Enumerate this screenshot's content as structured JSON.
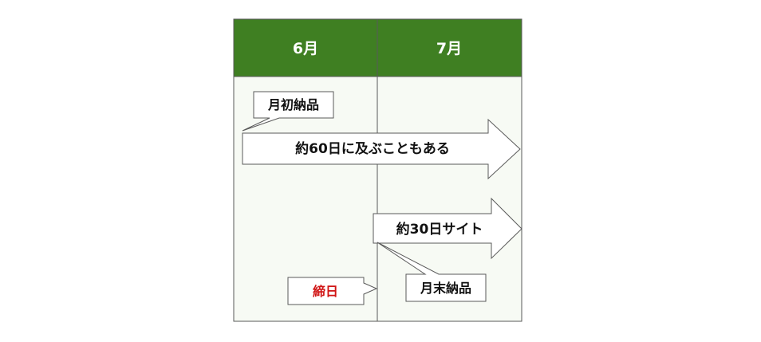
{
  "header": {
    "june_label": "6月",
    "july_label": "7月"
  },
  "callouts": {
    "start_delivery": "月初納品",
    "end_delivery": "月末納品",
    "closing_day": "締日"
  },
  "arrows": {
    "long_term": "約60日に及ぶこともある",
    "short_term": "約30日サイト"
  },
  "colors": {
    "header_green": "#3f7f22",
    "body_fill": "#f7faf4",
    "border": "#5a5a5a",
    "closing_red": "#d01414"
  }
}
